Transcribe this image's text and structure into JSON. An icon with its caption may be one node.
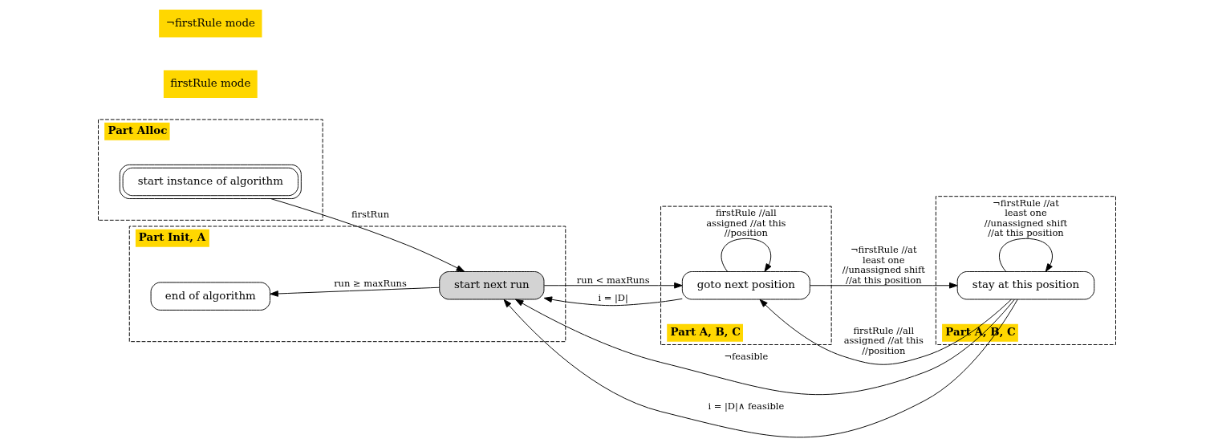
{
  "diagram": {
    "nodes": [
      {
        "text": [
          "Part Alloc"
        ]
      },
      {
        "text": [
          "start instance of algorithm"
        ],
        "in": 0
      },
      {
        "text": [
          "Part Init, A"
        ]
      },
      {
        "text": [
          "start next run"
        ],
        "in": 2
      },
      {
        "text": [
          "end of algorithm"
        ],
        "in": 2
      },
      {
        "text": [
          "Part A, B, C"
        ]
      },
      {
        "text": [
          "goto next position"
        ],
        "in": 5
      },
      {
        "text": [
          "Part A, B, C"
        ]
      },
      {
        "text": [
          "stay at this position"
        ],
        "in": 7
      }
    ],
    "edges": [
      {
        "from": 1,
        "to": 3,
        "arrow": "to",
        "label": "firstRun"
      },
      {
        "from": 3,
        "to": 4,
        "arrow": "to",
        "label": "run ≥ maxRuns"
      },
      {
        "from": 3,
        "to": 6,
        "arrow": "to",
        "label": "run < maxRuns"
      },
      {
        "from": 6,
        "to": 3,
        "arrow": "to",
        "label": "i = |D|"
      },
      {
        "from": 8,
        "to": 3,
        "arrow": "to",
        "label": "¬feasible"
      },
      {
        "from": 8,
        "to": 3,
        "arrow": "to",
        "label": "i = |D|∧ feasible"
      },
      {
        "from": 6,
        "to": 6,
        "arrow": "to",
        "label": "firstRule //all assigned //at this //position"
      },
      {
        "from": 8,
        "to": 6,
        "arrow": "to",
        "label": "firstRule //all assigned //at this //position"
      },
      {
        "from": 6,
        "to": 8,
        "arrow": "to",
        "label": "¬firstRule //at least one //unassigned shift //at this position"
      },
      {
        "from": 8,
        "to": 8,
        "arrow": "to",
        "label": "¬firstRule //at least one //unassigned shift //at this position"
      }
    ],
    "labels": [
      "firstRule mode",
      "¬firstRule mode"
    ]
  }
}
